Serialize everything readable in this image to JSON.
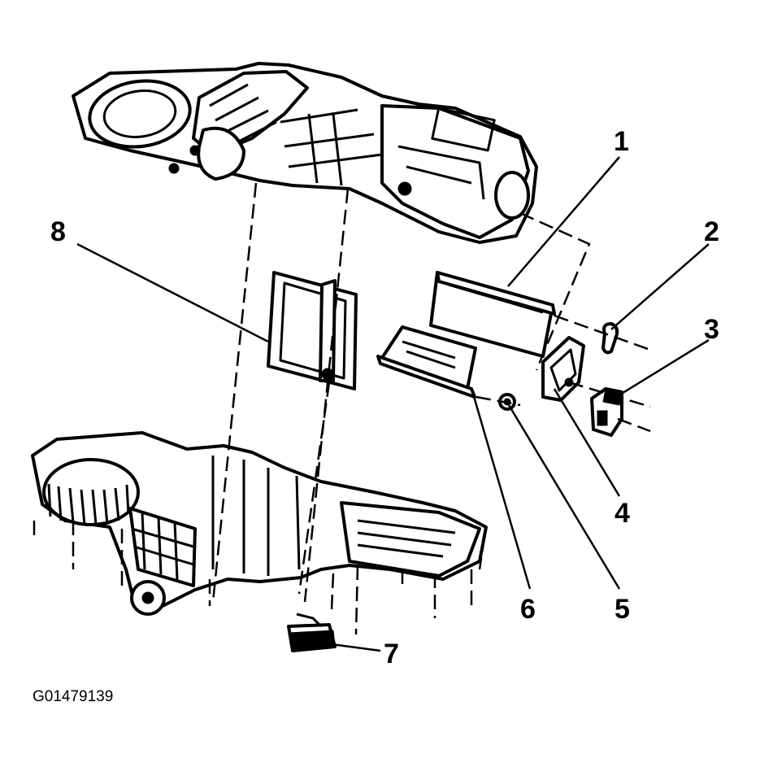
{
  "figure_id": "G01479139",
  "callouts": {
    "c1": "1",
    "c2": "2",
    "c3": "3",
    "c4": "4",
    "c5": "5",
    "c6": "6",
    "c7": "7",
    "c8": "8"
  },
  "colors": {
    "ink": "#000000",
    "paper": "#ffffff"
  }
}
